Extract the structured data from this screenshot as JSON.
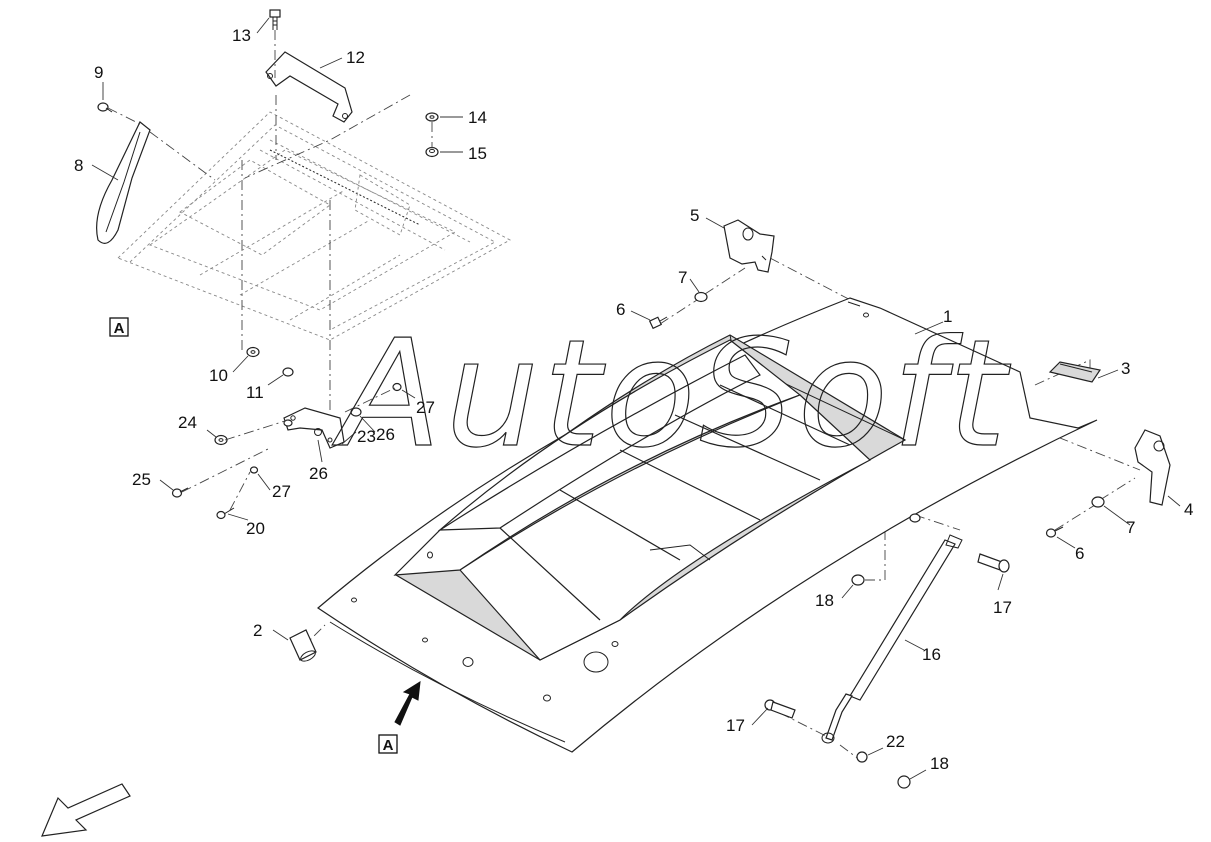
{
  "watermark": "AutoSoft",
  "view_marker": "A",
  "callouts": [
    {
      "id": "c1",
      "label": "1"
    },
    {
      "id": "c2",
      "label": "2"
    },
    {
      "id": "c3",
      "label": "3"
    },
    {
      "id": "c4",
      "label": "4"
    },
    {
      "id": "c5",
      "label": "5"
    },
    {
      "id": "c6a",
      "label": "6"
    },
    {
      "id": "c6b",
      "label": "6"
    },
    {
      "id": "c7a",
      "label": "7"
    },
    {
      "id": "c7b",
      "label": "7"
    },
    {
      "id": "c8",
      "label": "8"
    },
    {
      "id": "c9",
      "label": "9"
    },
    {
      "id": "c10",
      "label": "10"
    },
    {
      "id": "c11",
      "label": "11"
    },
    {
      "id": "c12",
      "label": "12"
    },
    {
      "id": "c13",
      "label": "13"
    },
    {
      "id": "c14",
      "label": "14"
    },
    {
      "id": "c15",
      "label": "15"
    },
    {
      "id": "c16",
      "label": "16"
    },
    {
      "id": "c17a",
      "label": "17"
    },
    {
      "id": "c17b",
      "label": "17"
    },
    {
      "id": "c18a",
      "label": "18"
    },
    {
      "id": "c18b",
      "label": "18"
    },
    {
      "id": "c20",
      "label": "20"
    },
    {
      "id": "c22",
      "label": "22"
    },
    {
      "id": "c23",
      "label": "23"
    },
    {
      "id": "c24",
      "label": "24"
    },
    {
      "id": "c25",
      "label": "25"
    },
    {
      "id": "c26a",
      "label": "26"
    },
    {
      "id": "c26b",
      "label": "26"
    },
    {
      "id": "c27a",
      "label": "27"
    },
    {
      "id": "c27b",
      "label": "27"
    }
  ]
}
